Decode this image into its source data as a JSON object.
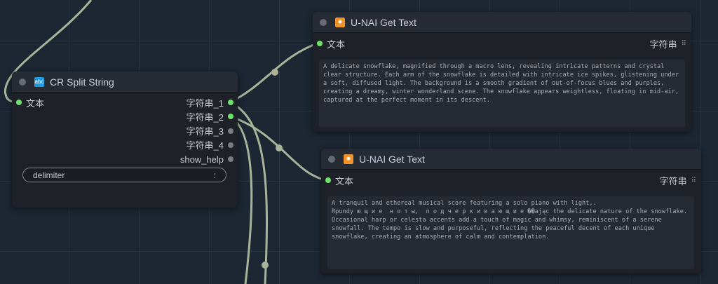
{
  "split_node": {
    "title": "CR Split String",
    "icon": "abc-icon",
    "input": "文本",
    "outputs": [
      "字符串_1",
      "字符串_2",
      "字符串_3",
      "字符串_4",
      "show_help"
    ],
    "outputs_connected": [
      true,
      true,
      false,
      false,
      false
    ],
    "widget": {
      "label": "delimiter",
      "value": ":"
    }
  },
  "get_text_nodes": [
    {
      "title": "U-NAI Get Text",
      "input": "文本",
      "output": "字符串",
      "text": "A delicate snowflake, magnified through a macro lens, revealing intricate patterns and crystal clear structure. Each arm of the snowflake is detailed with intricate ice spikes, glistening under a soft, diffused light. The background is a smooth gradient of out-of-focus blues and purples, creating a dreamy, winter wonderland scene. The snowflake appears weightless, floating in mid-air, captured at the perfect moment in its descent."
    },
    {
      "title": "U-NAI Get Text",
      "input": "文本",
      "output": "字符串",
      "text": "A tranquil and ethereal musical score featuring a solo piano with light,.\nRpundу ю щ и е  н о т ы,  п о д ч е р к и в а ю щ и е ��ając the delicate nature of the snowflake. Occasional harp or celesta accents add a touch of magic and whimsy, reminiscent of a serene snowfall. The tempo is slow and purposeful, reflecting the peaceful decent of each unique snowflake, creating an atmosphere of calm and contemplation."
    }
  ],
  "colors": {
    "wire": "#a9b39a",
    "slot_on": "#6ee36a",
    "accent_orange": "#f0932b",
    "accent_blue": "#1e9be0"
  }
}
